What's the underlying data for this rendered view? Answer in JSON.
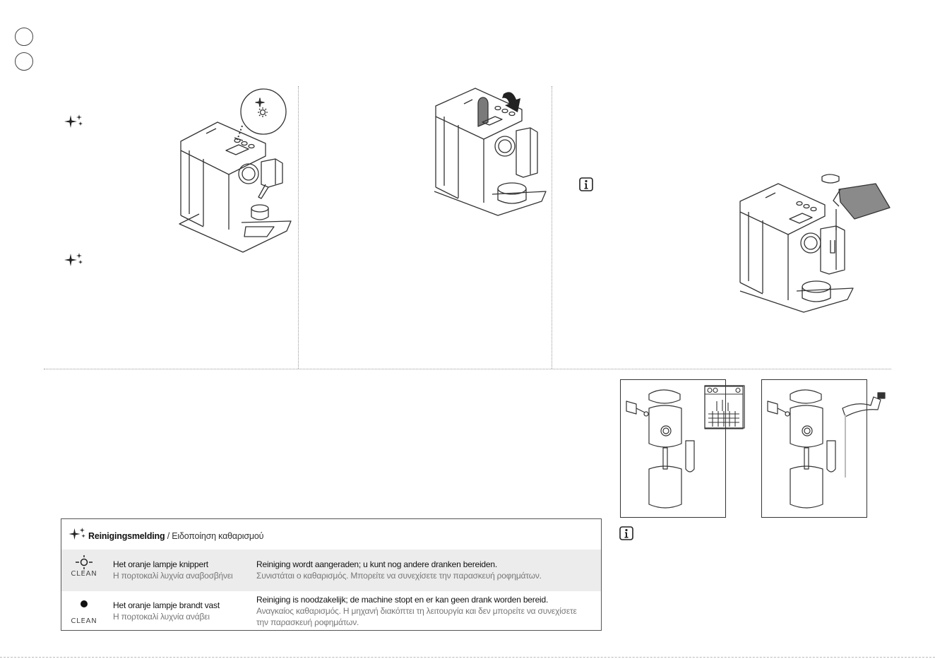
{
  "cleaning_table": {
    "title_bold": "Reinigingsmelding",
    "title_separator": " / ",
    "title_greek": "Ειδοποίηση καθαρισμού",
    "rows": [
      {
        "indicator_label": "CLEAN",
        "state_nl": "Het oranje lampje knippert",
        "state_el": "Η πορτοκαλί λυχνία αναβοσβήνει",
        "desc_nl": "Reiniging wordt aangeraden; u kunt nog andere dranken bereiden.",
        "desc_el": "Συνιστάται ο καθαρισμός. Μπορείτε να συνεχίσετε την παρασκευή ροφημάτων."
      },
      {
        "indicator_label": "CLEAN",
        "state_nl": "Het oranje lampje brandt vast",
        "state_el": "Η πορτοκαλί λυχνία ανάβει",
        "desc_nl": "Reiniging is noodzakelijk; de machine stopt en er kan geen drank worden bereid.",
        "desc_el": "Αναγκαίος καθαρισμός. Η μηχανή διακόπτει τη λειτουργία και δεν μπορείτε να συνεχίσετε την παρασκευή ροφημάτων."
      }
    ]
  },
  "icons": {
    "sparkle": "sparkle-icon",
    "info": "info-icon",
    "blink_light": "blinking-light-icon",
    "steady_light": "steady-light-icon",
    "language": "language-circle-icon"
  },
  "colors": {
    "line": "#333333",
    "row_shade": "#ececec",
    "greek_text": "#777777"
  }
}
